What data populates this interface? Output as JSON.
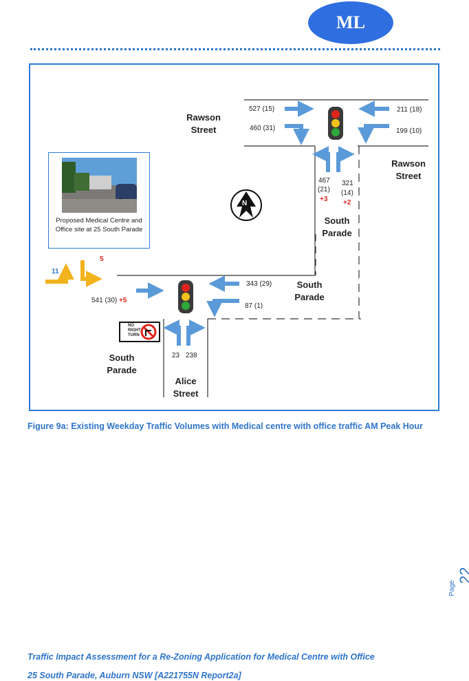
{
  "header": {
    "logo_text": "ML"
  },
  "figure": {
    "labels": {
      "rawson_left": "Rawson\nStreet",
      "rawson_right": "Rawson\nStreet",
      "south_parade_n": "South\nParade",
      "south_parade_mid": "South\nParade",
      "south_parade_left": "South\nParade",
      "alice": "Alice\nStreet"
    },
    "volumes": {
      "v527": "527 (15)",
      "v460": "460 (31)",
      "v211": "211 (18)",
      "v199": "199 (10)",
      "v467a": "467",
      "v467b": "(21)",
      "v467add": "+3",
      "v321a": "321",
      "v321b": "(14)",
      "v321add": "+2",
      "v343": "343 (29)",
      "v87": "87 (1)",
      "v541": "541 (30)",
      "v541add": "+5",
      "v23": "23",
      "v238": "238",
      "v11": "11",
      "v5": "5"
    },
    "sign_text": "NO RIGHT TURN",
    "photo_caption": "Proposed Medical Centre and Office site at 25 South Parade",
    "caption": "Figure 9a: Existing Weekday Traffic Volumes with Medical centre with office traffic AM Peak Hour"
  },
  "page": {
    "word": "Page",
    "number": "22"
  },
  "footer": {
    "line1": "Traffic Impact Assessment for a Re-Zoning Application for Medical Centre with Office",
    "line2": "25 South Parade, Auburn NSW [A221755N Report2a]"
  },
  "colors": {
    "accent": "#2e74c9",
    "arrow": "#5b9ad9",
    "site_arrow": "#f2b31c",
    "red": "#e0241c",
    "green": "#2ea83a",
    "amber": "#f1c21b"
  }
}
